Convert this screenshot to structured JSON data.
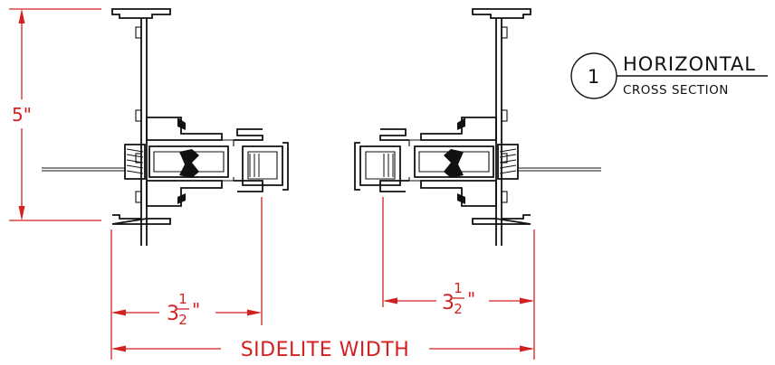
{
  "dimensions": {
    "overall_height": "5\"",
    "left_depth": {
      "whole": "3",
      "num": "1",
      "den": "2",
      "unit": "\""
    },
    "right_depth": {
      "whole": "3",
      "num": "1",
      "den": "2",
      "unit": "\""
    },
    "sidelite_width": "SIDELITE WIDTH"
  },
  "callout": {
    "number": "1",
    "title": "HORIZONTAL",
    "subtitle": "CROSS SECTION"
  },
  "colors": {
    "dimension": "#d42020",
    "linework": "#111111"
  }
}
